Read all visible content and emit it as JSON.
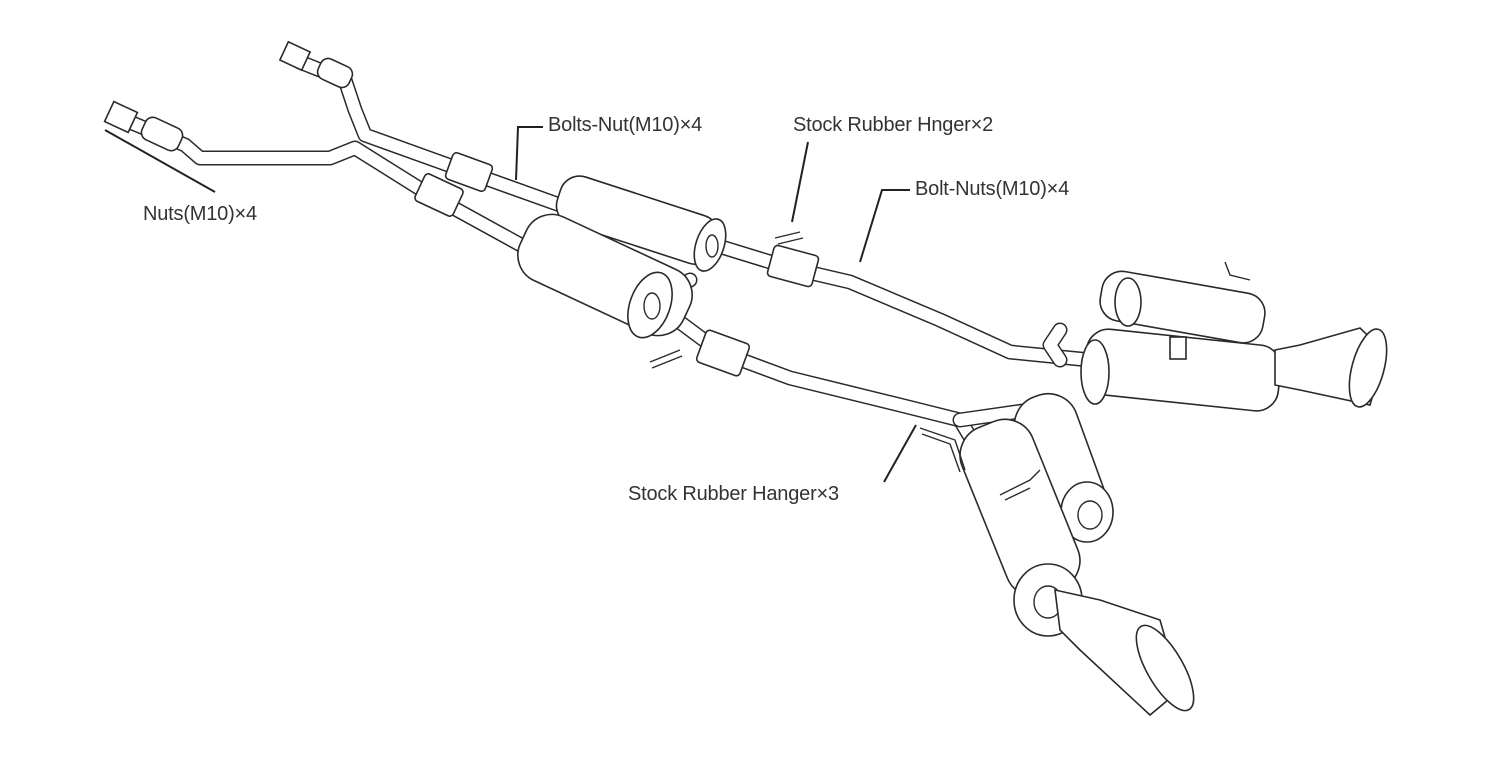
{
  "labels": {
    "bolts_nut": "Bolts-Nut(M10)×4",
    "stock_rubber_hnger": "Stock Rubber Hnger×2",
    "bolt_nuts": "Bolt-Nuts(M10)×4",
    "nuts": "Nuts(M10)×4",
    "stock_rubber_hanger": "Stock Rubber Hanger×3"
  }
}
